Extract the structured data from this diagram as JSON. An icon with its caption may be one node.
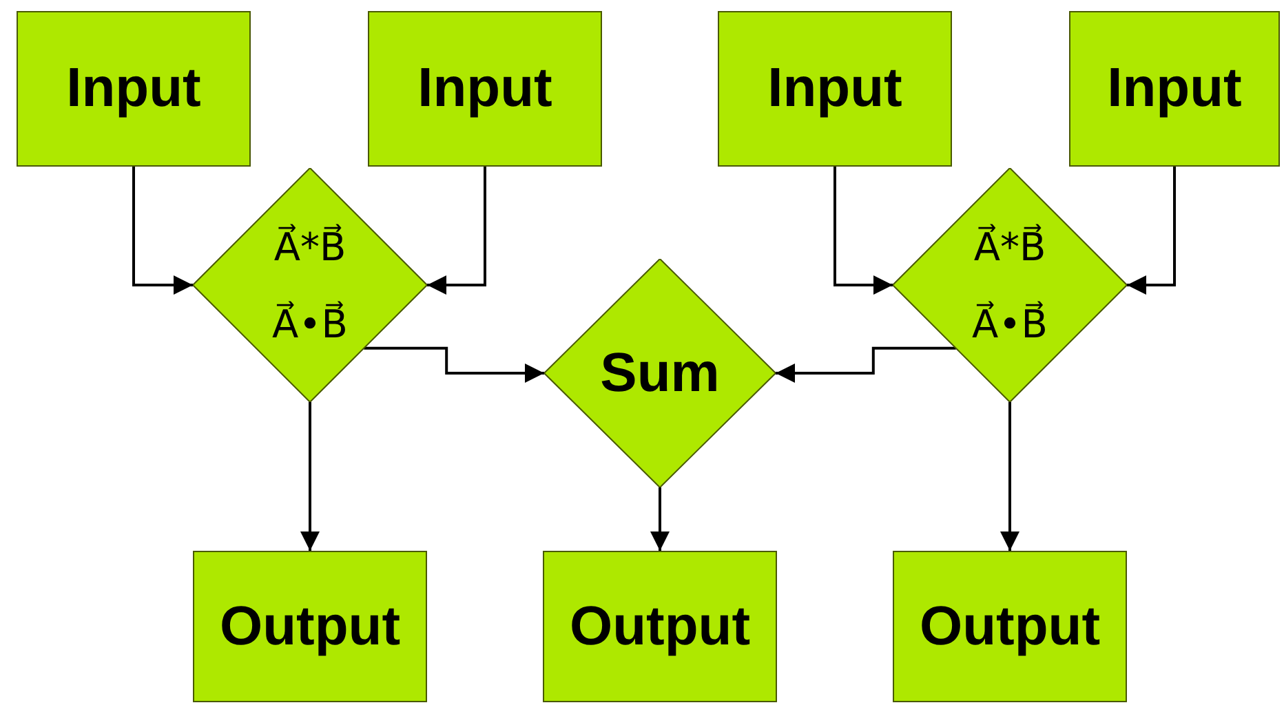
{
  "diagram": {
    "nodes": [
      {
        "text": [
          "Input"
        ]
      },
      {
        "text": [
          "Input"
        ]
      },
      {
        "text": [
          "Input"
        ]
      },
      {
        "text": [
          "Input"
        ]
      },
      {
        "text": [
          "A⃗*B⃗",
          "A⃗•B⃗"
        ]
      },
      {
        "text": [
          "Sum"
        ]
      },
      {
        "text": [
          "A⃗*B⃗",
          "A⃗•B⃗"
        ]
      },
      {
        "text": [
          "Output"
        ]
      },
      {
        "text": [
          "Output"
        ]
      },
      {
        "text": [
          "Output"
        ]
      }
    ],
    "edges": [
      {
        "from": 0,
        "to": 4,
        "arrow": "to"
      },
      {
        "from": 1,
        "to": 4,
        "arrow": "to"
      },
      {
        "from": 4,
        "to": 5,
        "arrow": "to"
      },
      {
        "from": 4,
        "to": 7,
        "arrow": "to"
      },
      {
        "from": 2,
        "to": 6,
        "arrow": "to"
      },
      {
        "from": 3,
        "to": 6,
        "arrow": "to"
      },
      {
        "from": 6,
        "to": 5,
        "arrow": "to"
      },
      {
        "from": 6,
        "to": 9,
        "arrow": "to"
      },
      {
        "from": 5,
        "to": 8,
        "arrow": "to"
      }
    ]
  }
}
